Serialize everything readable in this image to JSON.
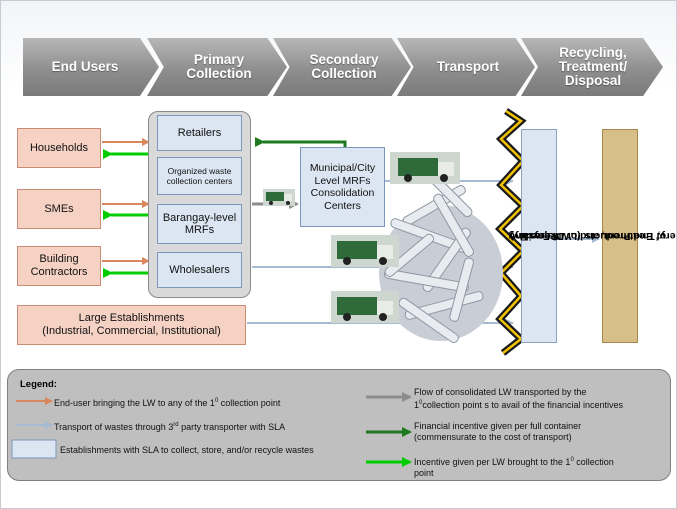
{
  "stages": [
    "End Users",
    "Primary Collection",
    "Secondary Collection",
    "Transport",
    "Recycling, Treatment/ Disposal"
  ],
  "end_users": {
    "households": "Households",
    "smes": "SMEs",
    "building_contractors": "Building Contractors",
    "large_establishments_line1": "Large Establishments",
    "large_establishments_line2": "(Industrial, Commercial, Institutional)"
  },
  "primary_collection": {
    "retailers": "Retailers",
    "organized_centers": "Organized waste collection centers",
    "barangay_mrfs": "Barangay-level MRFs",
    "wholesalers": "Wholesalers"
  },
  "secondary_collection": {
    "municipal_mrfs": "Municipal/City Level MRFs Consolidation Centers"
  },
  "recycling": {
    "facility_line1": "Recycling",
    "facility_line2": "(LWM Facility)",
    "end_products_line1": "Recovery, Treatment, and/or Disposal",
    "end_products_line2": "of End Products"
  },
  "legend": {
    "title": "Legend:",
    "item1": "End-user bringing the LW to  any of the 1",
    "item1_sup": "0",
    "item1_tail": " collection point",
    "item2_pre": "Transport of wastes through 3",
    "item2_sup": "rd",
    "item2_post": " party transporter with SLA",
    "item3": "Establishments with SLA to collect, store, and/or recycle wastes",
    "item4_line1": "Flow of consolidated LW transported by the",
    "item4_line2_pre": "1",
    "item4_line2_sup": "0",
    "item4_line2_post": "collection  point s to avail of the financial incentives",
    "item5_line1": "Financial incentive given per full container",
    "item5_line2": "(commensurate to the cost of transport)",
    "item6_pre": "Incentive given per LW brought to the 1",
    "item6_sup": "0",
    "item6_post": " collection",
    "item6_line2": "point"
  },
  "colors": {
    "orange_arrow": "#d9885e",
    "green_arrow": "#00cc00",
    "blue_arrow": "#a6bbd3",
    "gray_arrow": "#8c8c8c",
    "dark_green_arrow": "#1f7a1f",
    "recycling_box": "#dce6f2",
    "end_products_box": "#d8bf8a",
    "black_border_line": "#1a1a1a",
    "yellow_border_line": "#f2c200"
  },
  "icons": [
    "garbage-truck-icon",
    "waste-pile-image"
  ]
}
